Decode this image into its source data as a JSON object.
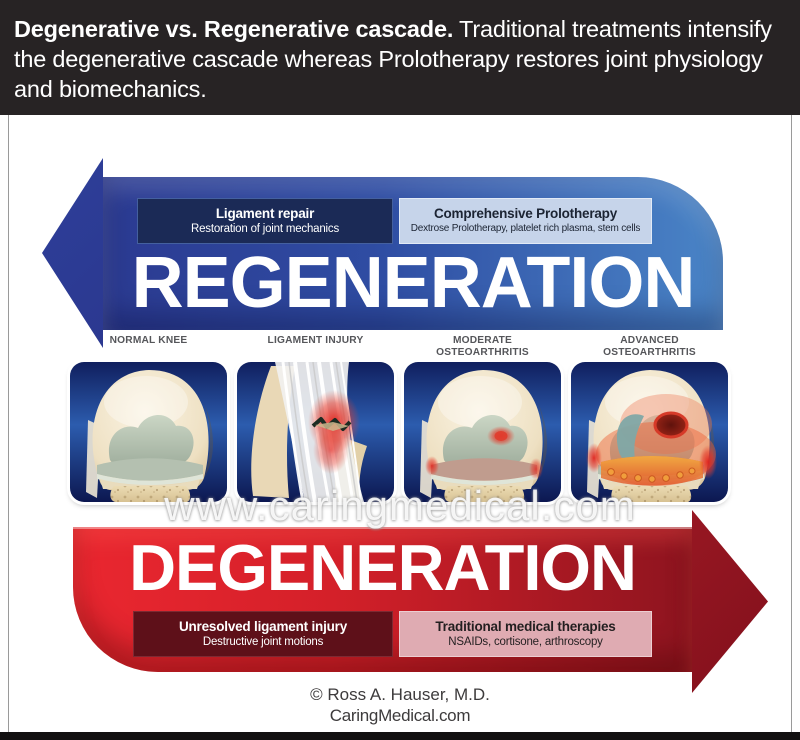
{
  "header": {
    "title_bold": "Degenerative vs. Regenerative cascade.",
    "title_rest": " Traditional treatments intensify the degenerative cascade whereas Prolotherapy restores joint physiology and biomechanics."
  },
  "regeneration": {
    "arrow_label": "REGENERATION",
    "direction": "left",
    "arrow_color_dark": "#2b3a91",
    "arrow_color_light": "#4a85c7",
    "boxes": [
      {
        "title": "Ligament repair",
        "subtitle": "Restoration of joint mechanics",
        "bg": "#1b2a56",
        "text_color": "#ffffff"
      },
      {
        "title": "Comprehensive Prolotherapy",
        "subtitle": "Dextrose Prolotherapy, platelet rich plasma, stem cells",
        "bg": "#c6d4ea",
        "text_color": "#1c2433"
      }
    ]
  },
  "stages": [
    {
      "label": "NORMAL KNEE"
    },
    {
      "label": "LIGAMENT INJURY"
    },
    {
      "label": "MODERATE OSTEOARTHRITIS"
    },
    {
      "label": "ADVANCED OSTEOARTHRITIS"
    }
  ],
  "watermark": "www.caringmedical.com",
  "degeneration": {
    "arrow_label": "DEGENERATION",
    "direction": "right",
    "arrow_color_light": "#ea2730",
    "arrow_color_dark": "#8d141f",
    "boxes": [
      {
        "title": "Unresolved ligament injury",
        "subtitle": "Destructive joint motions",
        "bg": "#5e1019",
        "text_color": "#ffffff"
      },
      {
        "title": "Traditional medical therapies",
        "subtitle": "NSAIDs, cortisone, arthroscopy",
        "bg": "#dfabb2",
        "text_color": "#231f20"
      }
    ]
  },
  "footer": {
    "copyright": "© Ross A. Hauser, M.D.",
    "site": "CaringMedical.com"
  }
}
